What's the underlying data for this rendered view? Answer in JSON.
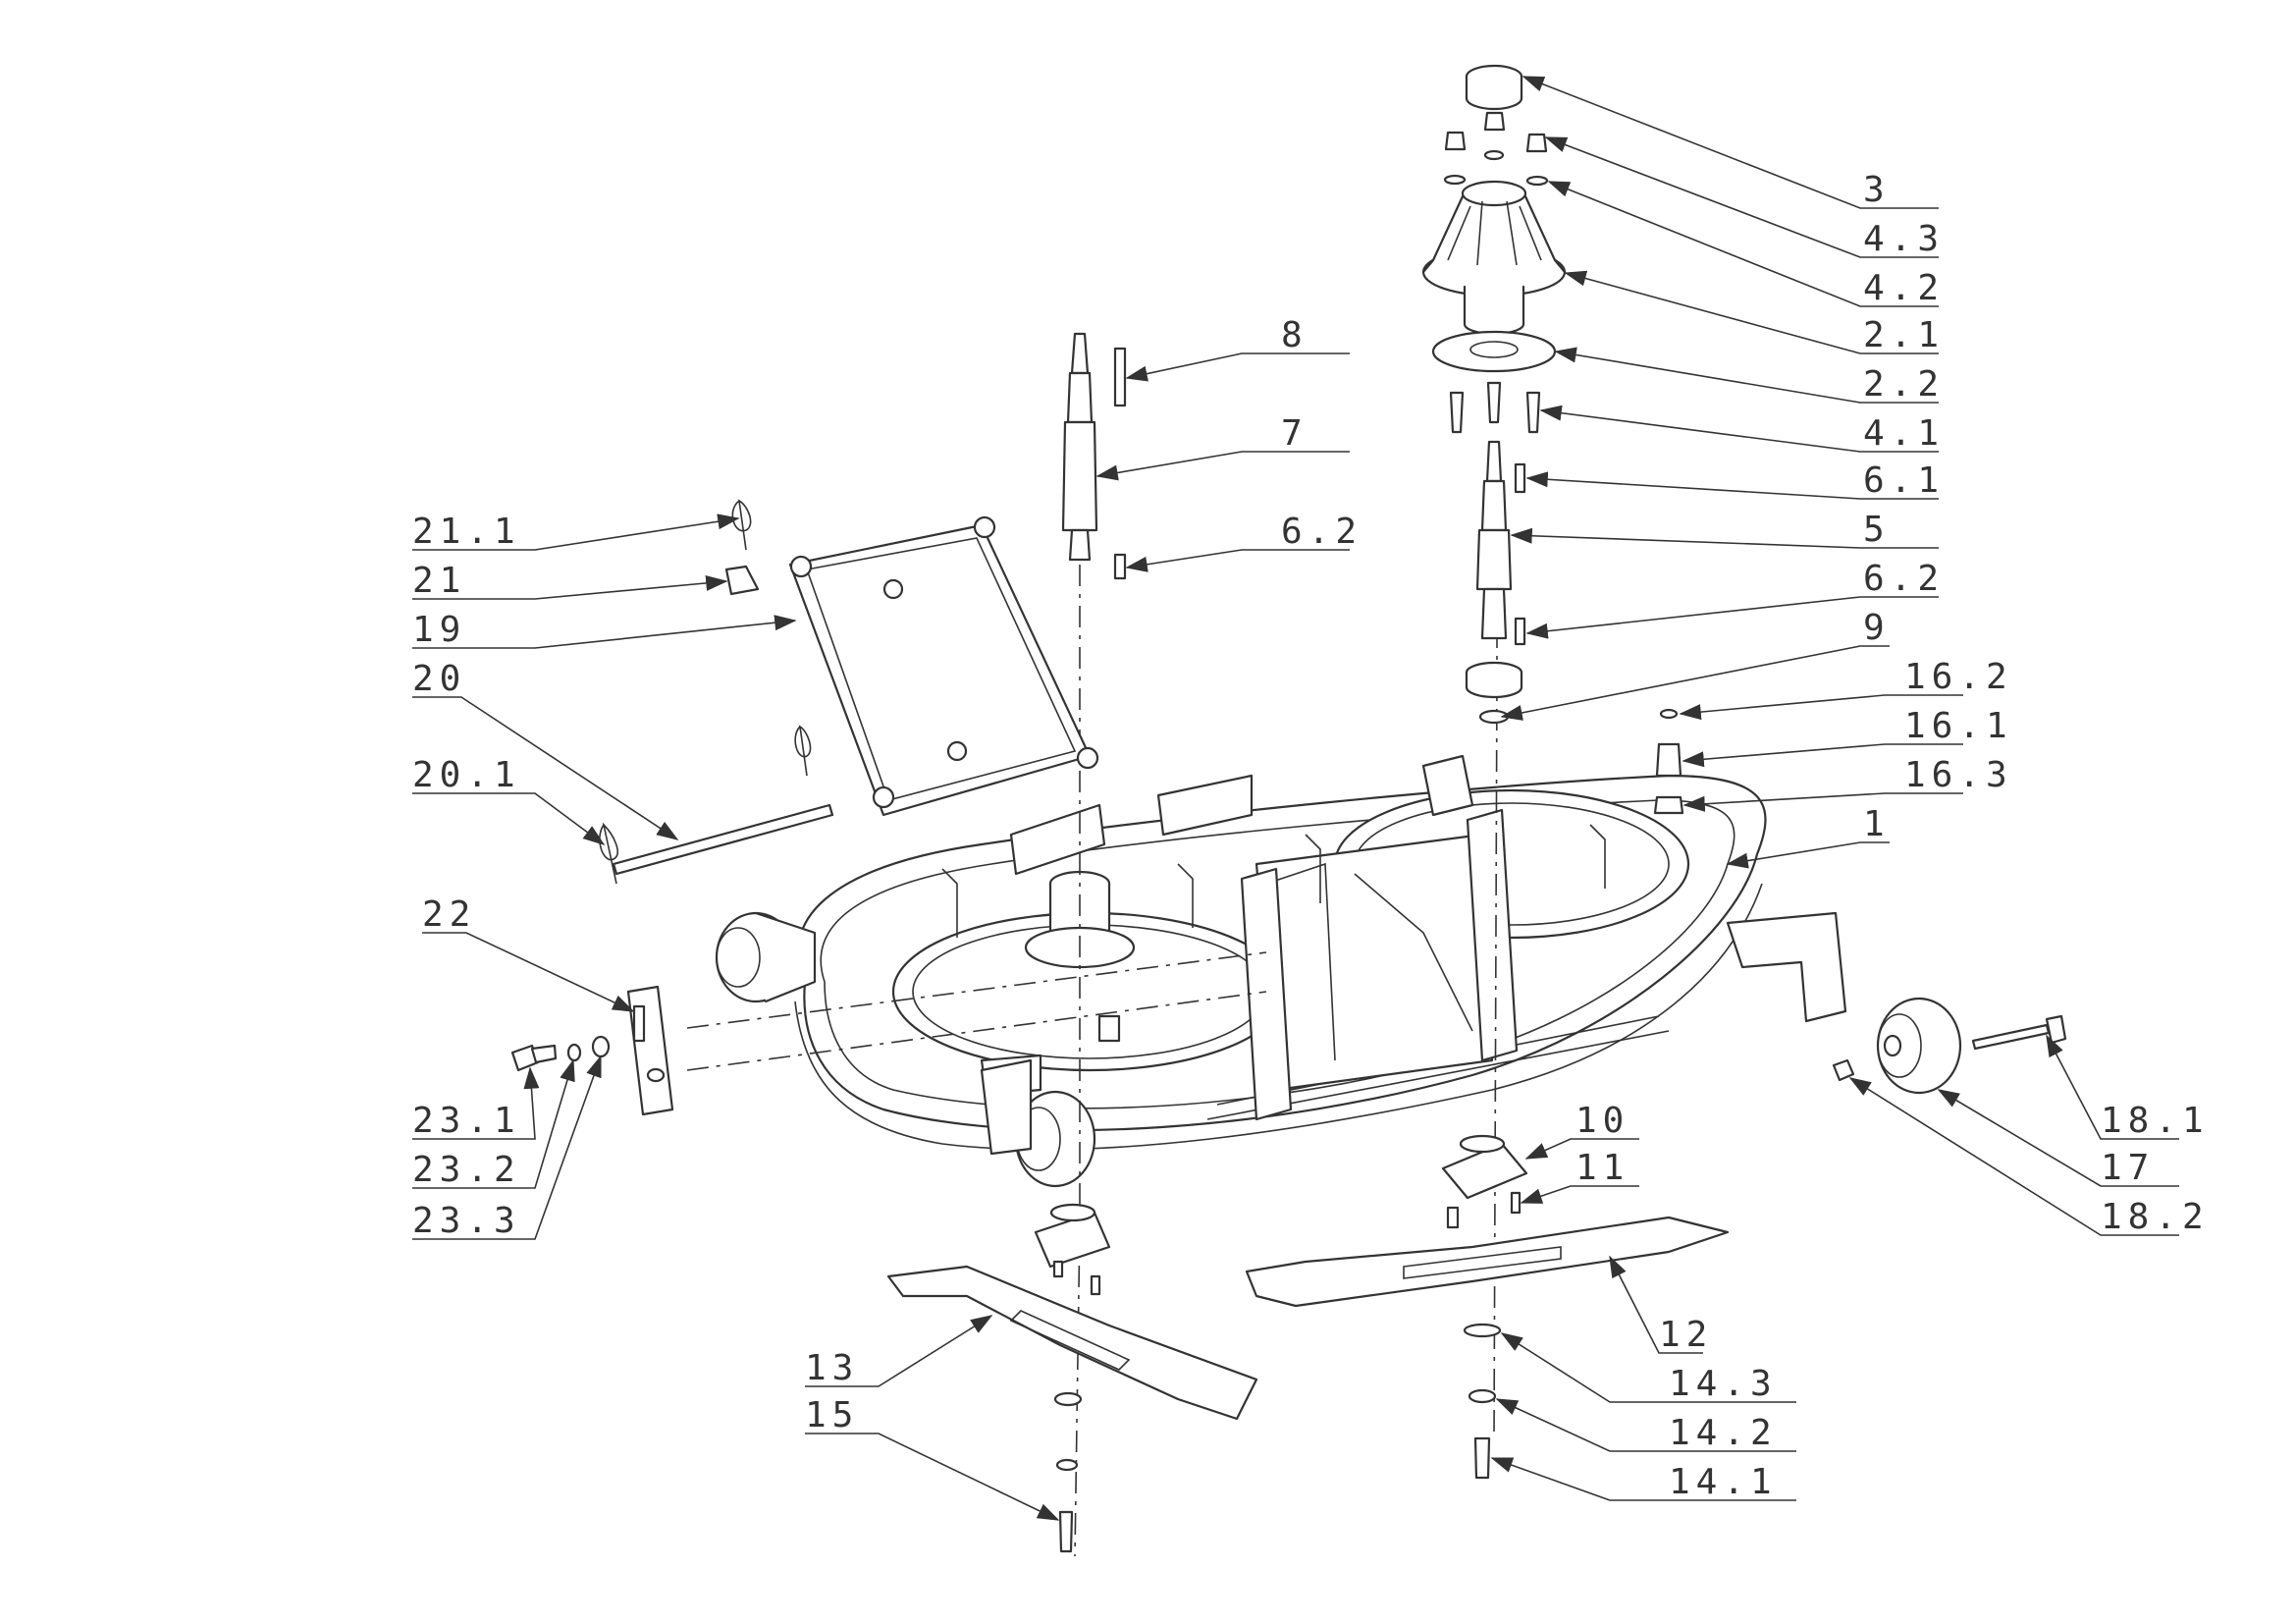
{
  "labels": {
    "p3": "3",
    "p4_3": "4.3",
    "p4_2": "4.2",
    "p2_1": "2.1",
    "p2_2": "2.2",
    "p4_1": "4.1",
    "p6_1": "6.1",
    "p5": "5",
    "p6_2_right": "6.2",
    "p9": "9",
    "p16_2": "16.2",
    "p16_1": "16.1",
    "p16_3": "16.3",
    "p1": "1",
    "p8": "8",
    "p7": "7",
    "p6_2_left": "6.2",
    "p21_1": "21.1",
    "p21": "21",
    "p19": "19",
    "p20": "20",
    "p20_1": "20.1",
    "p22": "22",
    "p23_1": "23.1",
    "p23_2": "23.2",
    "p23_3": "23.3",
    "p10": "10",
    "p11": "11",
    "p12": "12",
    "p13": "13",
    "p15": "15",
    "p14_3": "14.3",
    "p14_2": "14.2",
    "p14_1": "14.1",
    "p18_1": "18.1",
    "p17": "17",
    "p18_2": "18.2"
  }
}
